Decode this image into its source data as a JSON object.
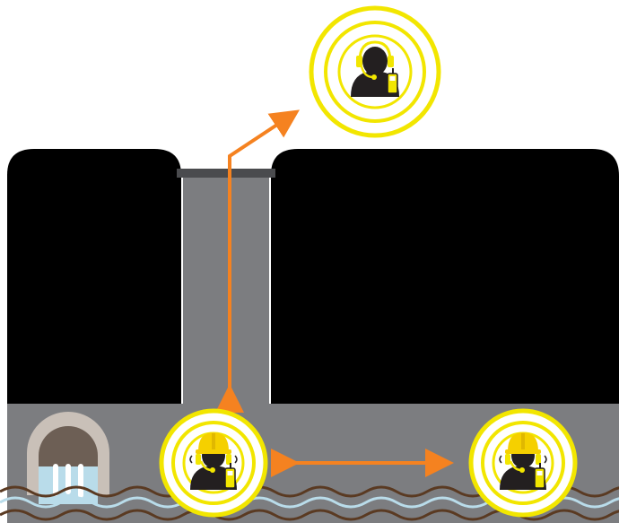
{
  "diagram": {
    "description_colors": {
      "ground": "#000000",
      "shaft": "#7c7d80",
      "tunnel": "#7c7d80",
      "manhole_cover": "#4a4b4e",
      "arrow": "#f58220",
      "ring": "#f2e600",
      "ring_fill": "#ffffff",
      "person": "#231f20",
      "helmet": "#f5d000",
      "headset": "#f2e600",
      "radio": "#f2e600",
      "wave_brown": "#5a3a22",
      "wave_blue": "#b9dcea",
      "pipe_outer": "#c9c0b8",
      "pipe_inner": "#6d5f55",
      "pipe_water": "#b9dcea"
    },
    "nodes": [
      {
        "id": "surface-attendant",
        "icon": "headset-operator-icon"
      },
      {
        "id": "entrant-1",
        "icon": "helmet-worker-radio-icon"
      },
      {
        "id": "entrant-2",
        "icon": "helmet-worker-radio-icon"
      }
    ],
    "links": [
      {
        "from": "entrant-1",
        "to": "surface-attendant",
        "direction": "both"
      },
      {
        "from": "entrant-1",
        "to": "entrant-2",
        "direction": "both"
      }
    ]
  }
}
